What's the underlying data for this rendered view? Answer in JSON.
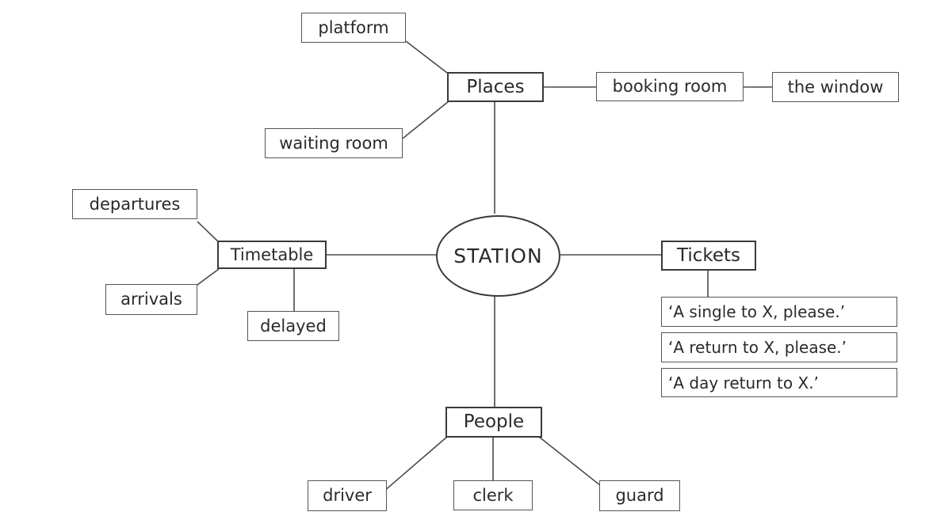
{
  "center": {
    "label": "STATION"
  },
  "categories": {
    "places": "Places",
    "timetable": "Timetable",
    "tickets": "Tickets",
    "people": "People"
  },
  "places_items": {
    "platform": "platform",
    "waiting_room": "waiting room",
    "booking_room": "booking room",
    "the_window": "the window"
  },
  "timetable_items": {
    "departures": "departures",
    "arrivals": "arrivals",
    "delayed": "delayed"
  },
  "tickets_items": [
    "‘A single to X, please.’",
    "‘A return to X, please.’",
    "‘A day return to X.’"
  ],
  "people_items": {
    "driver": "driver",
    "clerk": "clerk",
    "guard": "guard"
  }
}
